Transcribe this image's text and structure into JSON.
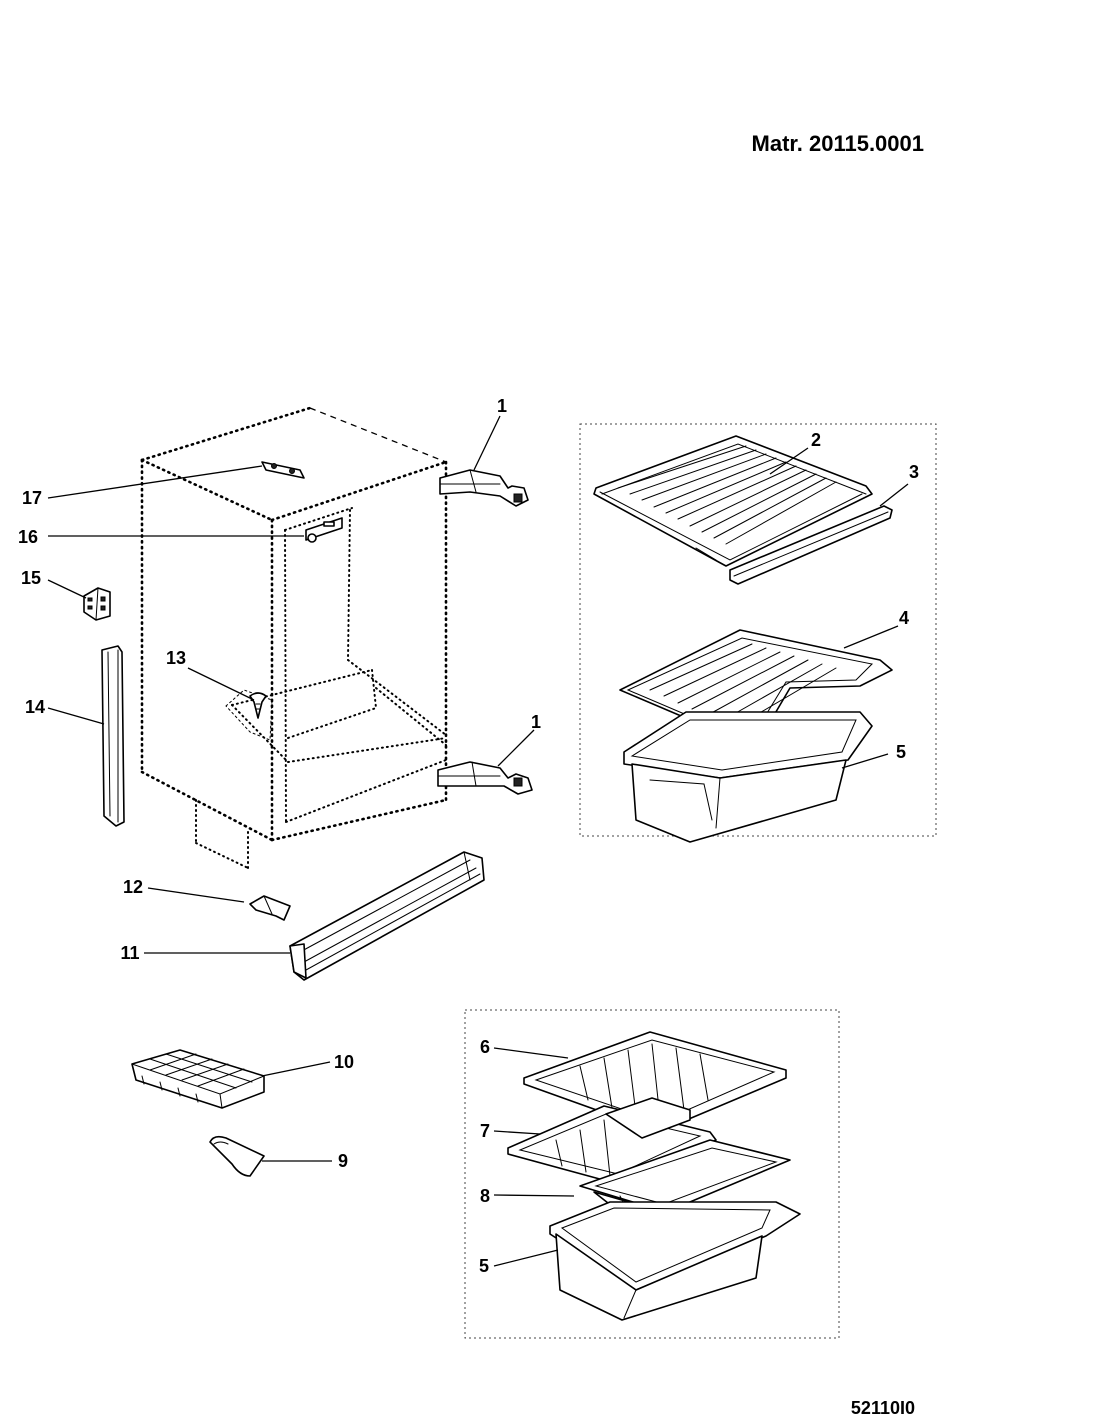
{
  "header": {
    "matr_label": "Matr. 20115.0001"
  },
  "footer": {
    "drawing_code": "52110I0"
  },
  "callouts": [
    {
      "id": "c1a",
      "label": "1"
    },
    {
      "id": "c2",
      "label": "2"
    },
    {
      "id": "c3",
      "label": "3"
    },
    {
      "id": "c4",
      "label": "4"
    },
    {
      "id": "c5a",
      "label": "5"
    },
    {
      "id": "c1b",
      "label": "1"
    },
    {
      "id": "c17",
      "label": "17"
    },
    {
      "id": "c16",
      "label": "16"
    },
    {
      "id": "c15",
      "label": "15"
    },
    {
      "id": "c14",
      "label": "14"
    },
    {
      "id": "c13",
      "label": "13"
    },
    {
      "id": "c12",
      "label": "12"
    },
    {
      "id": "c11",
      "label": "11"
    },
    {
      "id": "c10",
      "label": "10"
    },
    {
      "id": "c9",
      "label": "9"
    },
    {
      "id": "c6",
      "label": "6"
    },
    {
      "id": "c7",
      "label": "7"
    },
    {
      "id": "c8",
      "label": "8"
    },
    {
      "id": "c5b",
      "label": "5"
    }
  ]
}
